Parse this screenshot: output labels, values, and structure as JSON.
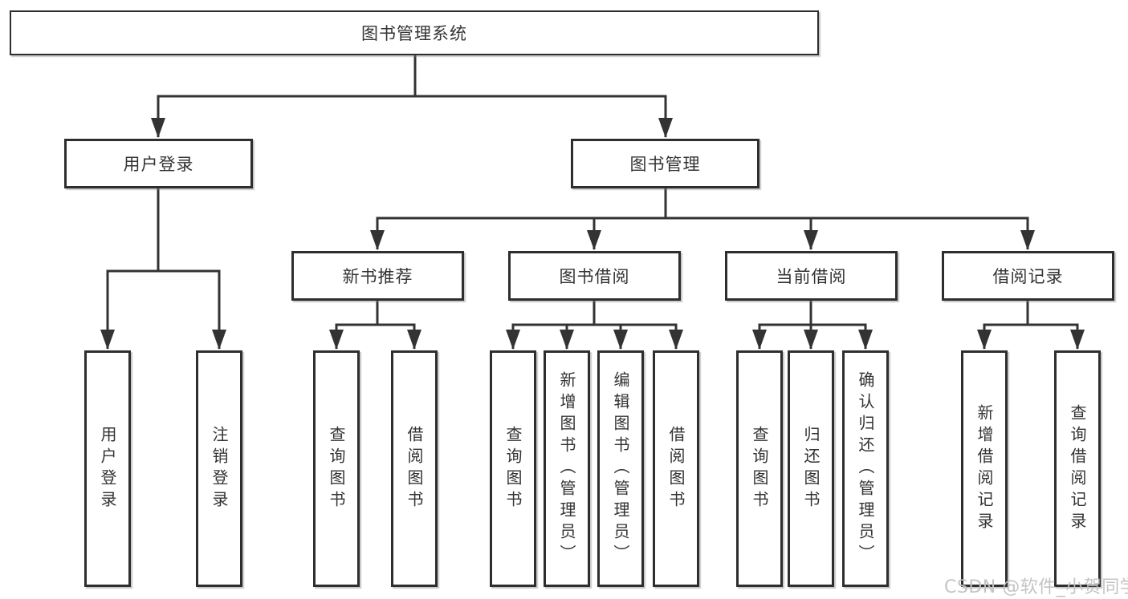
{
  "tree": {
    "root": {
      "label": "图书管理系统"
    },
    "branches": [
      {
        "label": "用户登录",
        "children": [
          {
            "label": "用户登录"
          },
          {
            "label": "注销登录"
          }
        ]
      },
      {
        "label": "图书管理",
        "children": [
          {
            "label": "新书推荐",
            "children": [
              {
                "label": "查询图书"
              },
              {
                "label": "借阅图书"
              }
            ]
          },
          {
            "label": "图书借阅",
            "children": [
              {
                "label": "查询图书"
              },
              {
                "label": "新增图书（管理员）"
              },
              {
                "label": "编辑图书（管理员）"
              },
              {
                "label": "借阅图书"
              }
            ]
          },
          {
            "label": "当前借阅",
            "children": [
              {
                "label": "查询图书"
              },
              {
                "label": "归还图书"
              },
              {
                "label": "确认归还（管理员）"
              }
            ]
          },
          {
            "label": "借阅记录",
            "children": [
              {
                "label": "新增借阅记录"
              },
              {
                "label": "查询借阅记录"
              }
            ]
          }
        ]
      }
    ]
  },
  "watermark": "CSDN @软件_小贺同学",
  "colors": {
    "line": "#333333",
    "box_border": "#2e2e2e",
    "box_background": "#ffffff",
    "text": "#333333",
    "watermark": "#c1c1c1",
    "background": "#ffffff"
  }
}
